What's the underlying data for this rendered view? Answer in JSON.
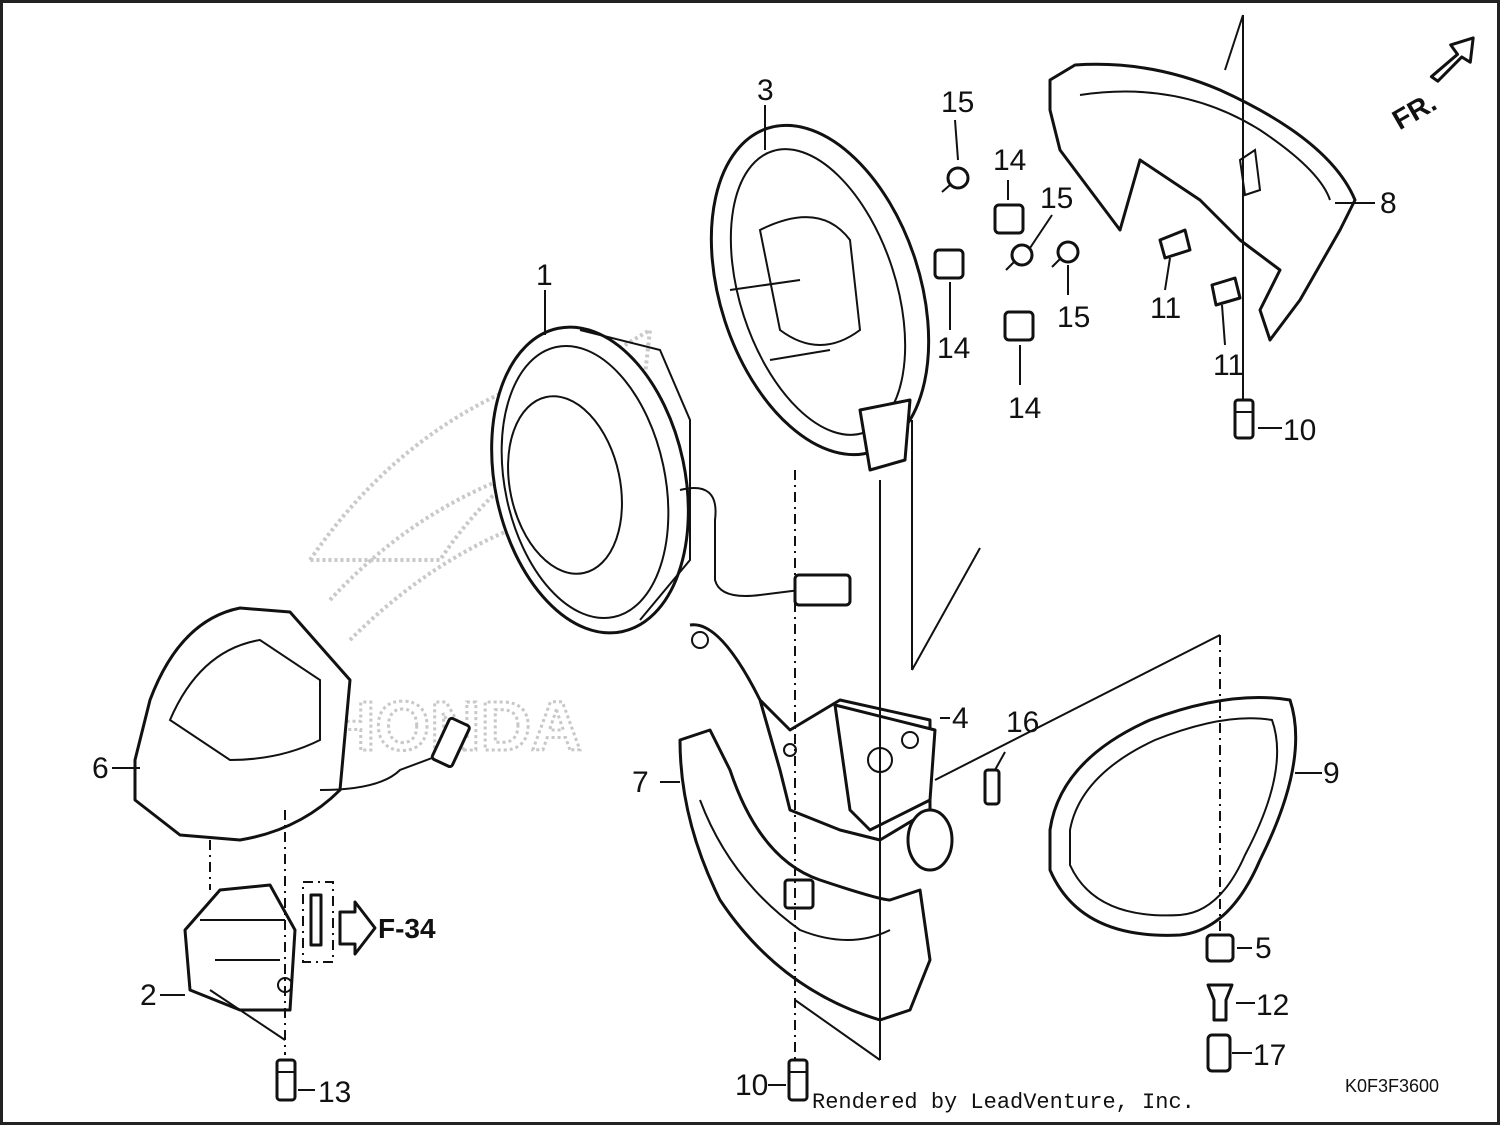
{
  "callouts": [
    {
      "id": "c1",
      "label": "1"
    },
    {
      "id": "c2",
      "label": "2"
    },
    {
      "id": "c3",
      "label": "3"
    },
    {
      "id": "c4",
      "label": "4"
    },
    {
      "id": "c5",
      "label": "5"
    },
    {
      "id": "c6",
      "label": "6"
    },
    {
      "id": "c7",
      "label": "7"
    },
    {
      "id": "c8",
      "label": "8"
    },
    {
      "id": "c9",
      "label": "9"
    },
    {
      "id": "c10a",
      "label": "10"
    },
    {
      "id": "c10b",
      "label": "10"
    },
    {
      "id": "c11a",
      "label": "11"
    },
    {
      "id": "c11b",
      "label": "11"
    },
    {
      "id": "c12",
      "label": "12"
    },
    {
      "id": "c13",
      "label": "13"
    },
    {
      "id": "c14a",
      "label": "14"
    },
    {
      "id": "c14b",
      "label": "14"
    },
    {
      "id": "c14c",
      "label": "14"
    },
    {
      "id": "c15a",
      "label": "15"
    },
    {
      "id": "c15b",
      "label": "15"
    },
    {
      "id": "c15c",
      "label": "15"
    },
    {
      "id": "c16",
      "label": "16"
    },
    {
      "id": "c17",
      "label": "17"
    }
  ],
  "reference": "F-34",
  "front_marker": "FR.",
  "watermark": "HONDA",
  "diagram_code": "K0F3F3600",
  "credit": "Rendered by LeadVenture, Inc."
}
